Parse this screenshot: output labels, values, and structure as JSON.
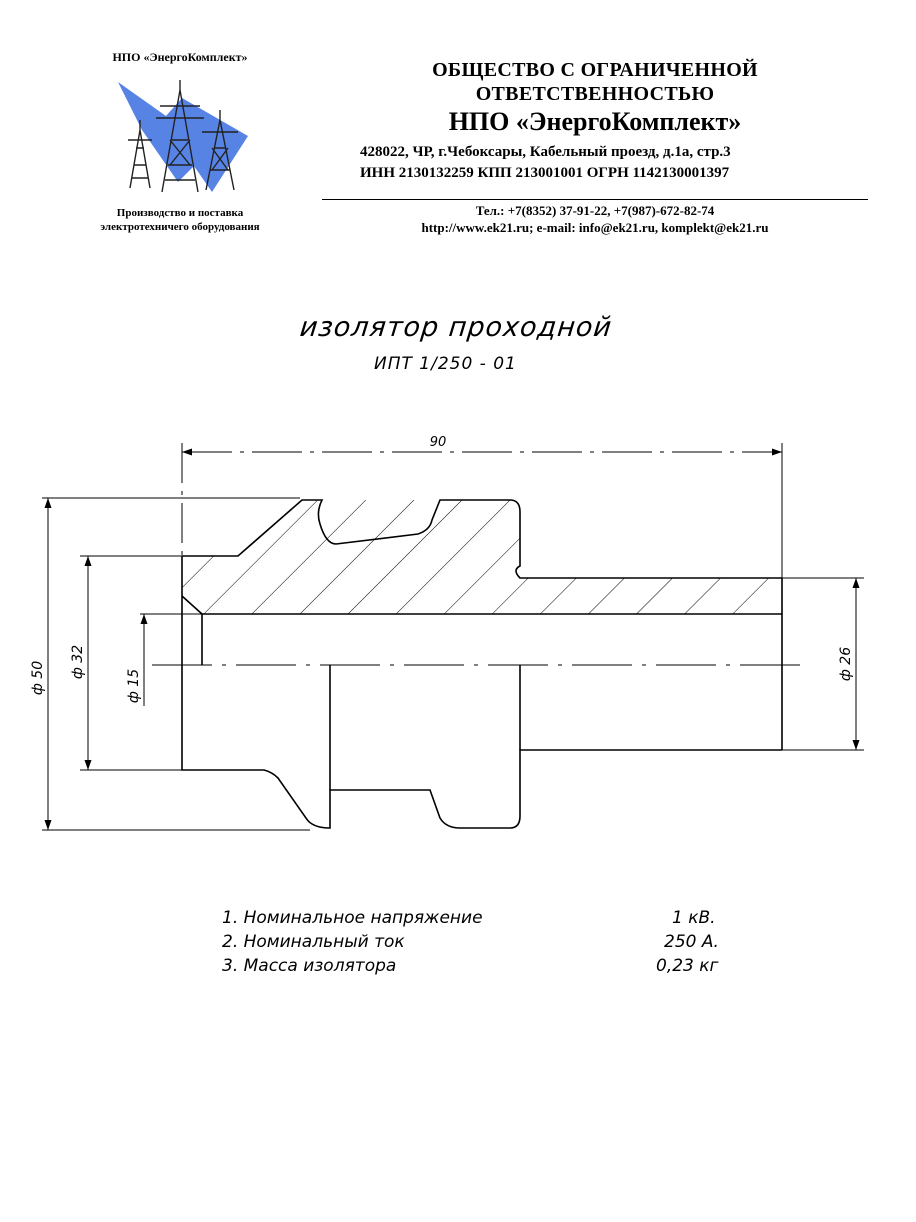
{
  "logo": {
    "caption": "НПО «ЭнергоКомплект»",
    "tagline_1": "Производство и поставка",
    "tagline_2": "электротехничего оборудования"
  },
  "company": {
    "line_1": "ОБЩЕСТВО С ОГРАНИЧЕННОЙ",
    "line_2": "ОТВЕТСТВЕННОСТЬЮ",
    "name": "НПО «ЭнергоКомплект»",
    "address": "428022, ЧР, г.Чебоксары, Кабельный проезд, д.1а, стр.3",
    "registration": "ИНН 2130132259  КПП 213001001 ОГРН 1142130001397"
  },
  "contacts": {
    "phones": "Тел.: +7(8352) 37-91-22, +7(987)-672-82-74",
    "web_mail": "http://www.ek21.ru; e-mail: info@ek21.ru, komplekt@ek21.ru"
  },
  "drawing": {
    "title": "изолятор проходной",
    "model": "ИПТ 1/250 - 01",
    "dim_length": "90",
    "dim_outer_dia": "ф 50",
    "dim_flange_dia": "ф 32",
    "dim_bore_dia": "ф 15",
    "dim_stem_dia": "ф 26"
  },
  "specs": [
    {
      "label": "1. Номинальное напряжение",
      "value": "1 кВ."
    },
    {
      "label": "2. Номинальный ток",
      "value": "250 А."
    },
    {
      "label": "3. Масса изолятора",
      "value": "0,23 кг"
    }
  ],
  "colors": {
    "logo_blue": "#3a6de0",
    "ink": "#000000"
  },
  "icons": {
    "logo": "power-pylon-lightning-logo"
  }
}
